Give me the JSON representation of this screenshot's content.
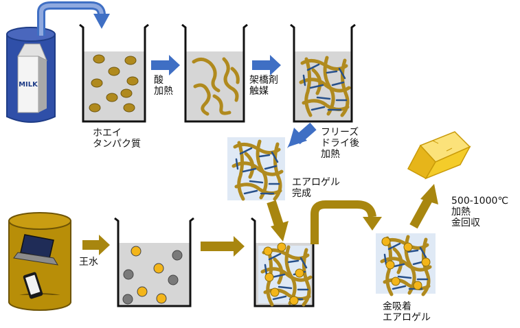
{
  "labels": {
    "milk": "MILK",
    "whey": "ホエイ\nタンパク質",
    "acid_heat": "酸\n加熱",
    "crosslink": "架橋剤\n触媒",
    "freeze_dry": "フリーズ\nドライ後\n加熱",
    "aerogel_done": "エアロゲル\n完成",
    "aqua_regia": "王水",
    "gold_aerogel": "金吸着\nエアロゲル",
    "recover": "500-1000℃\n加熱\n金回収"
  },
  "colors": {
    "milk_carton_blue": "#2f4fa8",
    "arrow_blue": "#3f6fc4",
    "fiber_gold": "#b08a1e",
    "arrow_gold": "#a8860f",
    "linker_blue": "#27508a",
    "gold_particle": "#f3b51a",
    "metal_particle": "#7a7a7a",
    "liquid_gray": "#d6d6d6",
    "gold_bar": "#f4cc2a"
  }
}
